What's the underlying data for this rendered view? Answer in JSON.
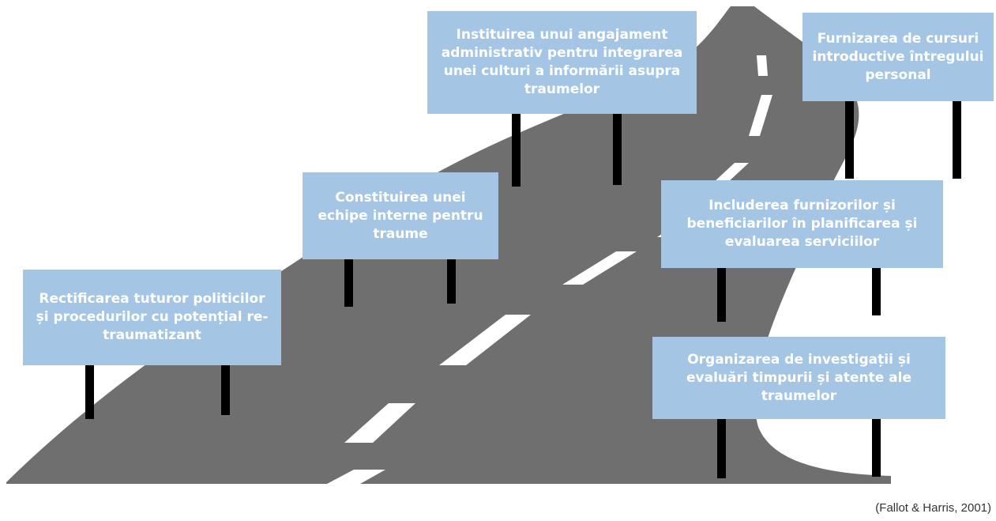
{
  "signs": [
    {
      "text": "Rectificarea tuturor politicilor și procedurilor cu potențial re-traumatizant"
    },
    {
      "text": "Constituirea unei echipe interne pentru traume"
    },
    {
      "text": "Instituirea unui angajament administrativ pentru integrarea unei culturi a informării asupra traumelor"
    },
    {
      "text": "Furnizarea de cursuri introductive întregului personal"
    },
    {
      "text": "Includerea furnizorilor și beneficiarilor în planificarea și evaluarea serviciilor"
    },
    {
      "text": "Organizarea de investigații și evaluări timpurii și atente ale traumelor"
    }
  ],
  "citation": "(Fallot & Harris, 2001)",
  "colors": {
    "sign": "#a4c6e4",
    "road": "#6f6f6f",
    "post": "#000000",
    "dash": "#ffffff"
  }
}
